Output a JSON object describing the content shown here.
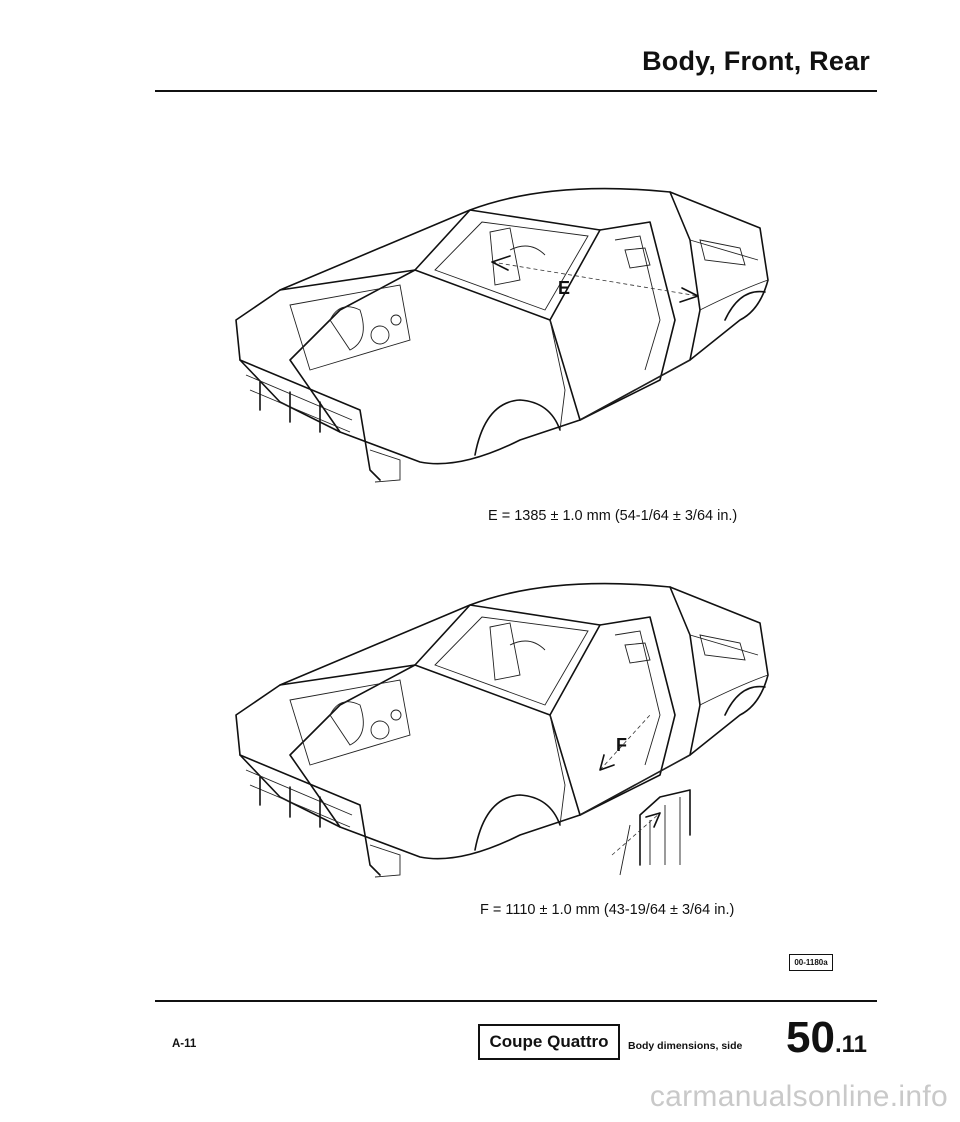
{
  "header": {
    "title": "Body, Front, Rear"
  },
  "figures": [
    {
      "marker": "E",
      "caption": "E = 1385 ± 1.0 mm (54-1/64 ± 3/64 in.)"
    },
    {
      "marker": "F",
      "caption": "F = 1110 ± 1.0 mm (43-19/64 ± 3/64 in.)"
    }
  ],
  "figure_ref": "00-1180a",
  "footer": {
    "page_ref": "A-11",
    "model": "Coupe Quattro",
    "section_label": "Body dimensions, side",
    "page_number_major": "50",
    "page_number_minor": ".11"
  },
  "watermark": "carmanualsonline.info"
}
